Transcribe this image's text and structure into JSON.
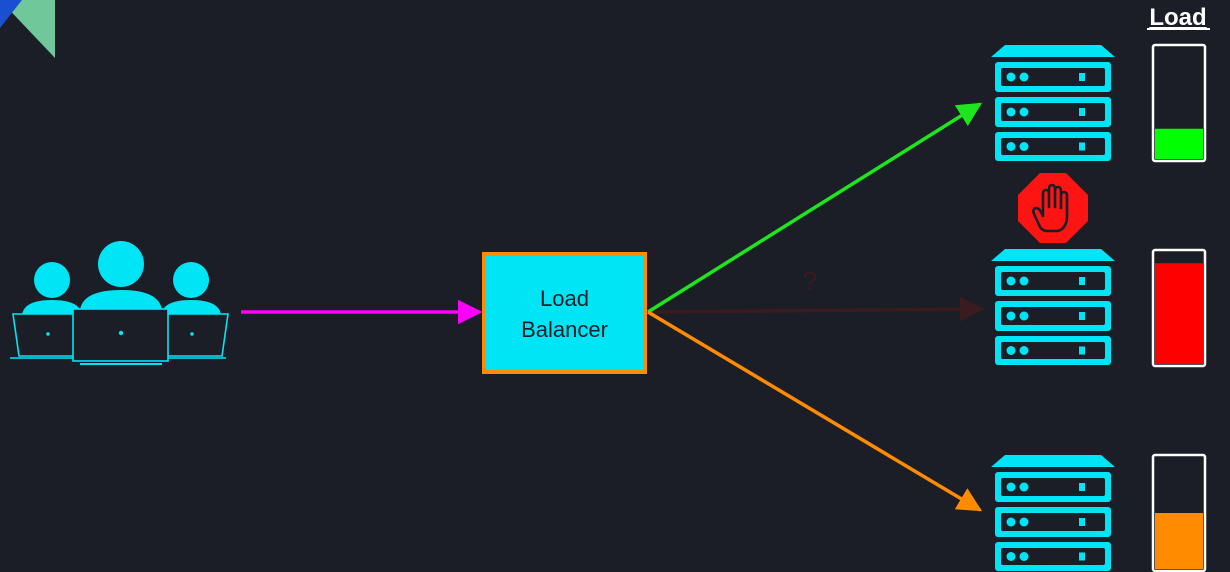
{
  "load_header": "Load",
  "load_balancer": {
    "line1": "Load",
    "line2": "Balancer"
  },
  "blocked_route_label": "?",
  "icons": {
    "users": "users-with-laptops-icon",
    "server": "server-rack-icon",
    "stop": "stop-hand-icon"
  },
  "servers": [
    {
      "name": "server-1",
      "load": 0.27,
      "load_color": "#00ff00",
      "route_color": "#1ee61e",
      "blocked": false
    },
    {
      "name": "server-2",
      "load": 0.9,
      "load_color": "#ff0000",
      "route_color": "#3a1c1e",
      "blocked": true
    },
    {
      "name": "server-3",
      "load": 0.5,
      "load_color": "#ff8c00",
      "route_color": "#ff8c00",
      "blocked": false
    }
  ],
  "colors": {
    "background": "#1b1e26",
    "accent_cyan": "#00e5f5",
    "client_route": "#ff00ff",
    "balancer_border": "#ff8c00",
    "stop_red": "#ff1414"
  }
}
